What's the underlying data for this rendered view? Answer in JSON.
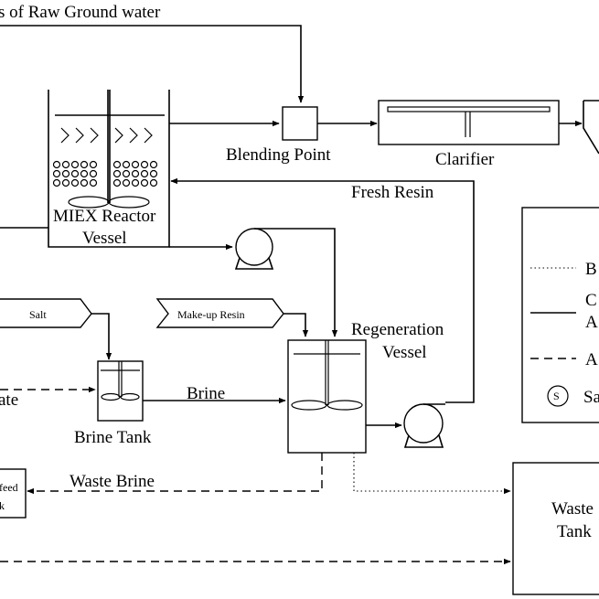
{
  "labels": {
    "raw_water": "s of Raw Ground water",
    "blending_point": "Blending Point",
    "clarifier": "Clarifier",
    "fresh_resin": "Fresh Resin",
    "miex_line1": "MIEX Reactor",
    "miex_line2": "Vessel",
    "salt": "Salt",
    "makeup_resin": "Make-up Resin",
    "regen_line1": "Regeneration",
    "regen_line2": "Vessel",
    "brine": "Brine",
    "brine_tank": "Brine Tank",
    "ate": "ate",
    "waste_brine": "Waste Brine",
    "feed_line1": "feed",
    "feed_line2": "k",
    "waste_tank_line1": "Waste",
    "waste_tank_line2": "Tank"
  },
  "legend": {
    "item1": "B",
    "item2_line1": "C",
    "item2_line2": "A",
    "item3": "A",
    "item4_symbol": "S",
    "item4": "Sa"
  }
}
